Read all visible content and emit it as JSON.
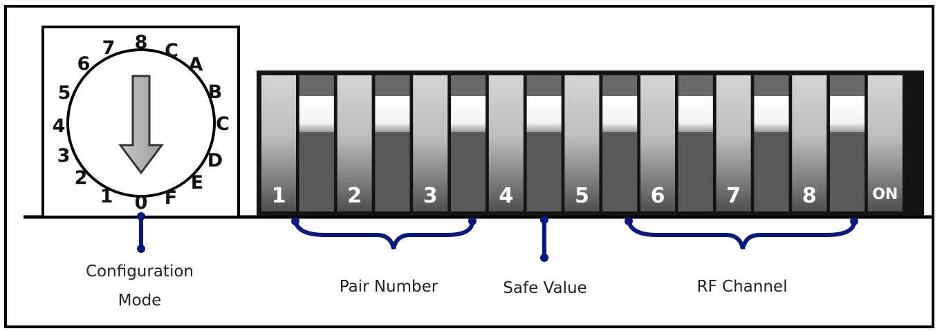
{
  "rotary": {
    "positions": [
      "0",
      "1",
      "2",
      "3",
      "4",
      "5",
      "6",
      "7",
      "8",
      "C",
      "A",
      "B",
      "C",
      "D",
      "E",
      "F"
    ]
  },
  "dip_switch": {
    "numbers": [
      "1",
      "2",
      "3",
      "4",
      "5",
      "6",
      "7",
      "8"
    ],
    "on_label": "ON"
  },
  "labels": {
    "configuration_mode_line1": "Configuration",
    "configuration_mode_line2": "Mode",
    "pair_number": "Pair Number",
    "safe_value": "Safe Value",
    "rf_channel": "RF Channel"
  },
  "colors": {
    "callout": "#0b1a7a",
    "switch_body": "#141414"
  }
}
